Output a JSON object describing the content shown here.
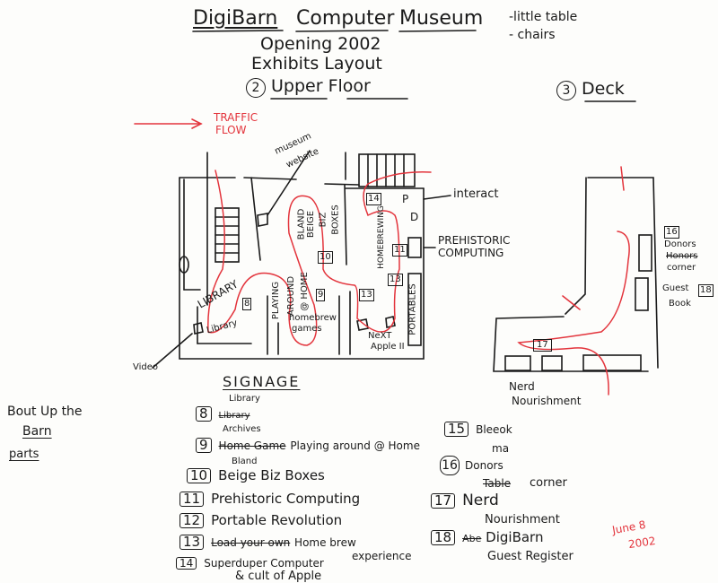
{
  "header": {
    "title_1": "DigiBarn",
    "title_2": "Computer",
    "title_3": "Museum",
    "subtitle_1": "Opening 2002",
    "subtitle_2": "Exhibits Layout",
    "floor_number": "2",
    "floor_label": "Upper Floor",
    "deck_number": "3",
    "deck_label": "Deck",
    "notes": [
      "-little table",
      "- chairs"
    ]
  },
  "legend": {
    "traffic_flow": "TRAFFIC",
    "traffic_flow_2": "FLOW"
  },
  "floor_plan": {
    "museum_website": "museum",
    "museum_website_2": "website",
    "interact": "interact",
    "prehistoric": "PREHISTORIC",
    "prehistoric_2": "COMPUTING",
    "library": "LIBRARY",
    "library_small": "Library",
    "video": "Video",
    "playing": "PLAYING",
    "playing_2": "AROUND",
    "playing_3": "@ HOME",
    "homebrew_games": "homebrew",
    "homebrew_games_2": "games",
    "bland": "BLAND",
    "beige": "BEIGE",
    "biz": "BIZ",
    "boxes": "BOXES",
    "homebrewing": "HOMEBREWING",
    "portables": "PORTABLES",
    "next_apple": "NeXT",
    "next_apple_2": "Apple II",
    "markers": [
      "8",
      "9",
      "10",
      "11",
      "13",
      "13",
      "14",
      "P",
      "D"
    ]
  },
  "deck": {
    "marker_16": "16",
    "donors": "Donors",
    "honors_struck": "Honors",
    "corner": "corner",
    "guest": "Guest",
    "book": "Book",
    "marker_18": "18",
    "marker_17": "17",
    "nerd": "Nerd",
    "nourishment": "Nourishment"
  },
  "side_note": [
    "Bout Up the",
    "Barn",
    "parts"
  ],
  "signage": {
    "title": "SIGNAGE",
    "items": [
      {
        "num": "8",
        "above": "Library",
        "struck": "Library",
        "text": "Archives"
      },
      {
        "num": "9",
        "struck": "Home Game",
        "text": "Playing around @ Home"
      },
      {
        "num": "10",
        "above": "Bland",
        "text": "Beige Biz Boxes"
      },
      {
        "num": "11",
        "text": "Prehistoric Computing"
      },
      {
        "num": "12",
        "text": "Portable Revolution"
      },
      {
        "num": "13",
        "struck": "Load your own",
        "text": "Home brew",
        "text_2": "experience"
      },
      {
        "num": "14",
        "text": "Superduper Computer",
        "text_2": "& cult of Apple"
      },
      {
        "num": "15",
        "text": "Bleeok",
        "text_2": "ma"
      },
      {
        "num": "16",
        "text": "Donors",
        "struck": "Table",
        "text_2": "corner"
      },
      {
        "num": "17",
        "text": "Nerd",
        "text_2": "Nourishment"
      },
      {
        "num": "18",
        "struck": "Abe",
        "text": "DigiBarn",
        "text_2": "Guest Register"
      }
    ]
  },
  "date": {
    "line_1": "June 8",
    "line_2": "2002"
  },
  "colors": {
    "ink": "#1a1a1a",
    "traffic": "#e3343c"
  }
}
